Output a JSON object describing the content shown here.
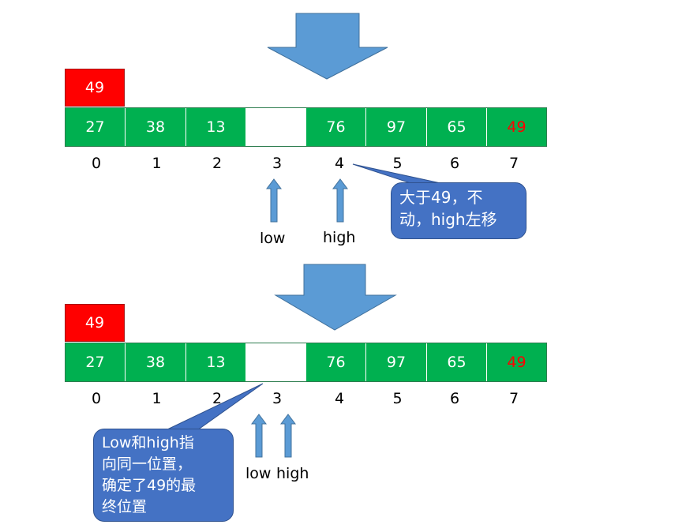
{
  "colors": {
    "cell_fill": "#00b050",
    "pivot_fill": "#ff0000",
    "pivot_value_text": "#ff0000",
    "pointer_arrow": "#5b9bd5",
    "callout_fill": "#4472c4"
  },
  "step1": {
    "pivot": "49",
    "cells": [
      "27",
      "38",
      "13",
      "",
      "76",
      "97",
      "65",
      "49"
    ],
    "indices": [
      "0",
      "1",
      "2",
      "3",
      "4",
      "5",
      "6",
      "7"
    ],
    "low_label": "low",
    "high_label": "high",
    "callout_lines": [
      "大于49，不",
      "动，high左移"
    ]
  },
  "step2": {
    "pivot": "49",
    "cells": [
      "27",
      "38",
      "13",
      "",
      "76",
      "97",
      "65",
      "49"
    ],
    "indices": [
      "0",
      "1",
      "2",
      "3",
      "4",
      "5",
      "6",
      "7"
    ],
    "low_label": "low",
    "high_label": "high",
    "callout_lines": [
      "Low和high指",
      "向同一位置，",
      "确定了49的最",
      "终位置"
    ]
  }
}
